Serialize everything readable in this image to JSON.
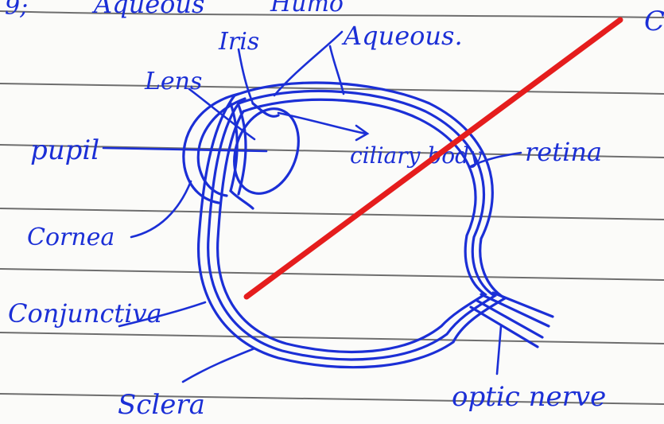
{
  "header": {
    "question_number": "9;",
    "text_left": "Aqueous",
    "text_mid": "Humo",
    "text_right": "C"
  },
  "labels": {
    "iris": "Iris",
    "aqueous": "Aqueous.",
    "lens": "Lens",
    "pupil": "pupil",
    "ciliary_body": "ciliary body",
    "retina": "retina",
    "cornea": "Cornea",
    "conjunctiva": "Conjunctiva",
    "sclera": "Sclera",
    "optic_nerve": "optic nerve"
  },
  "colors": {
    "ink": "#1b2fd6",
    "strike": "#e51d1d",
    "rule_line": "#6e6e6e",
    "paper": "#fbfbf9"
  }
}
